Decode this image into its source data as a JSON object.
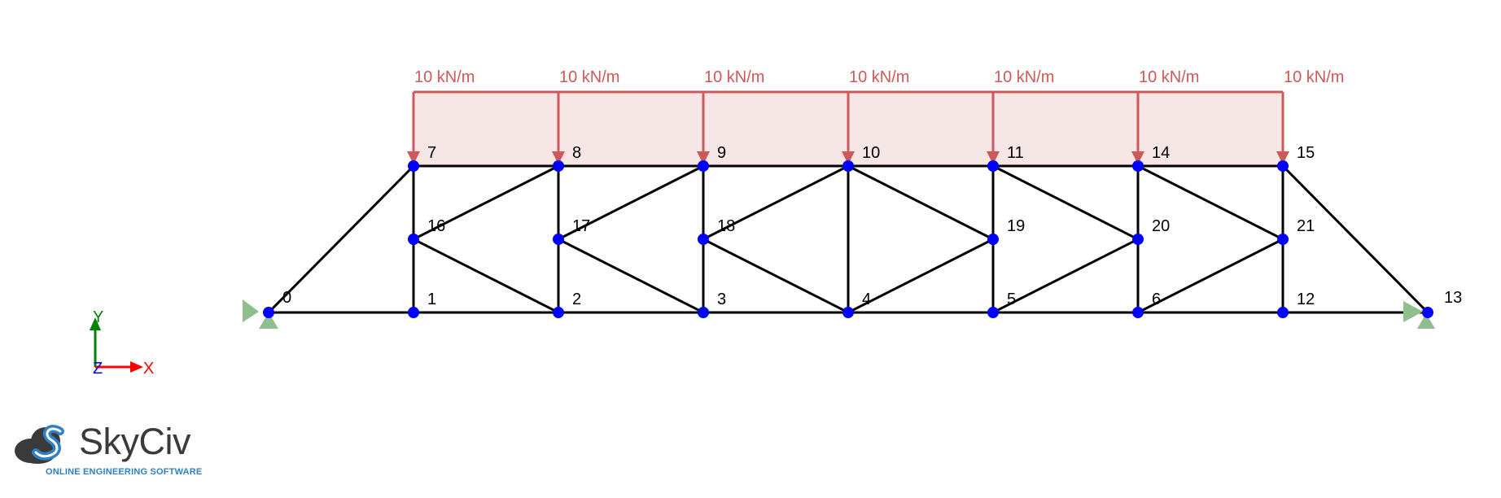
{
  "load": {
    "label": "10 kN/m",
    "labels": [
      "10 kN/m",
      "10 kN/m",
      "10 kN/m",
      "10 kN/m",
      "10 kN/m",
      "10 kN/m",
      "10 kN/m"
    ]
  },
  "nodes": [
    "0",
    "1",
    "2",
    "3",
    "4",
    "5",
    "6",
    "7",
    "8",
    "9",
    "10",
    "11",
    "12",
    "13",
    "14",
    "15",
    "16",
    "17",
    "18",
    "19",
    "20",
    "21"
  ],
  "axes": {
    "x": "X",
    "y": "Y",
    "z": "Z"
  },
  "logo": {
    "name": "SkyCiv",
    "tagline": "ONLINE ENGINEERING SOFTWARE"
  },
  "colors": {
    "member": "#000000",
    "node": "#0000ff",
    "load": "#cc5a5a",
    "load_fill": "#f7e6e6",
    "support": "#8fbf8f",
    "axis_x": "#ff0000",
    "axis_y": "#008000",
    "axis_z": "#0000ff",
    "logo_blue": "#2f80c4",
    "logo_dark": "#3a3a3a"
  },
  "icons": {
    "support": "pin-support-icon",
    "logo": "skyciv-cloud-logo-icon"
  }
}
